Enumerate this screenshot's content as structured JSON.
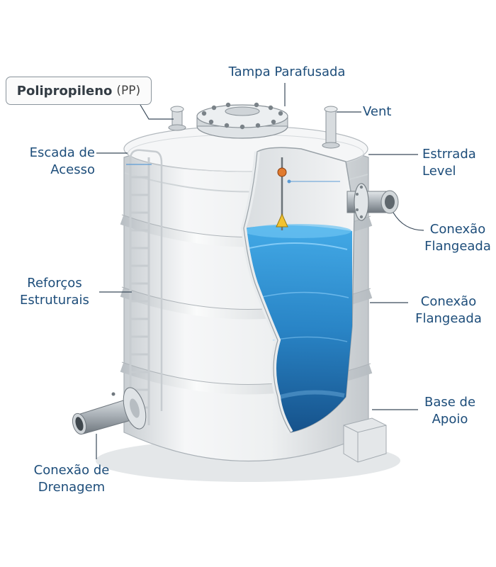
{
  "material": {
    "name": "Polipropileno",
    "abbr": "(PP)"
  },
  "labels": {
    "lid": "Tampa Parafusada",
    "vent": "Vent",
    "ladder": [
      "Escada de",
      "Acesso"
    ],
    "level": [
      "Estrrada",
      "Level"
    ],
    "flange_upper": [
      "Conexão",
      "Flangeada"
    ],
    "reinforcements": [
      "Reforços",
      "Estruturais"
    ],
    "flange_mid": [
      "Conexão",
      "Flangeada"
    ],
    "base": [
      "Base de",
      "Apoio"
    ],
    "drain": [
      "Conexão de",
      "Drenagem"
    ]
  },
  "colors": {
    "label_text": "#1d4d7a",
    "leader": "#3a4a5a",
    "tank_body": "#e9ecee",
    "water": "#1f7fc4"
  }
}
